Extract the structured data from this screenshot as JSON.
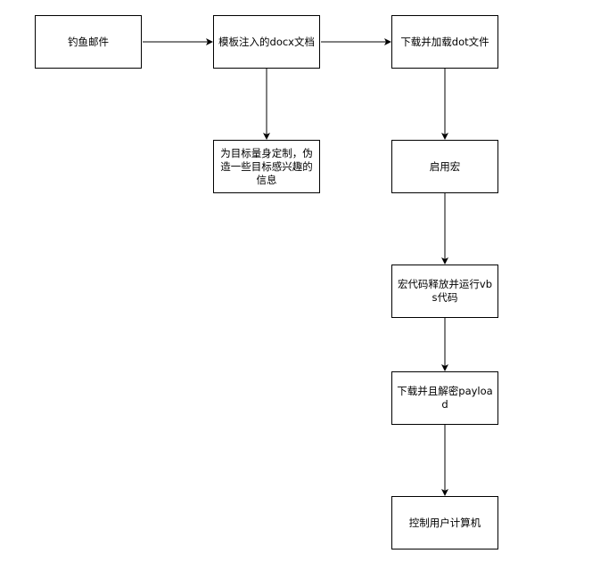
{
  "nodes": {
    "phishing_email": "钓鱼邮件",
    "template_injection_docx": "模板注入的docx文档",
    "download_load_dot": "下载并加载dot文件",
    "tailored_lure_info": "为目标量身定制，伪造一些目标感兴趣的信息",
    "enable_macro": "启用宏",
    "macro_release_vbs": "宏代码释放并运行vbs代码",
    "download_decrypt_payload": "下载并且解密payload",
    "control_user_computer": "控制用户计算机"
  },
  "colors": {
    "stroke": "#000000",
    "fill": "#ffffff",
    "text": "#000000"
  }
}
